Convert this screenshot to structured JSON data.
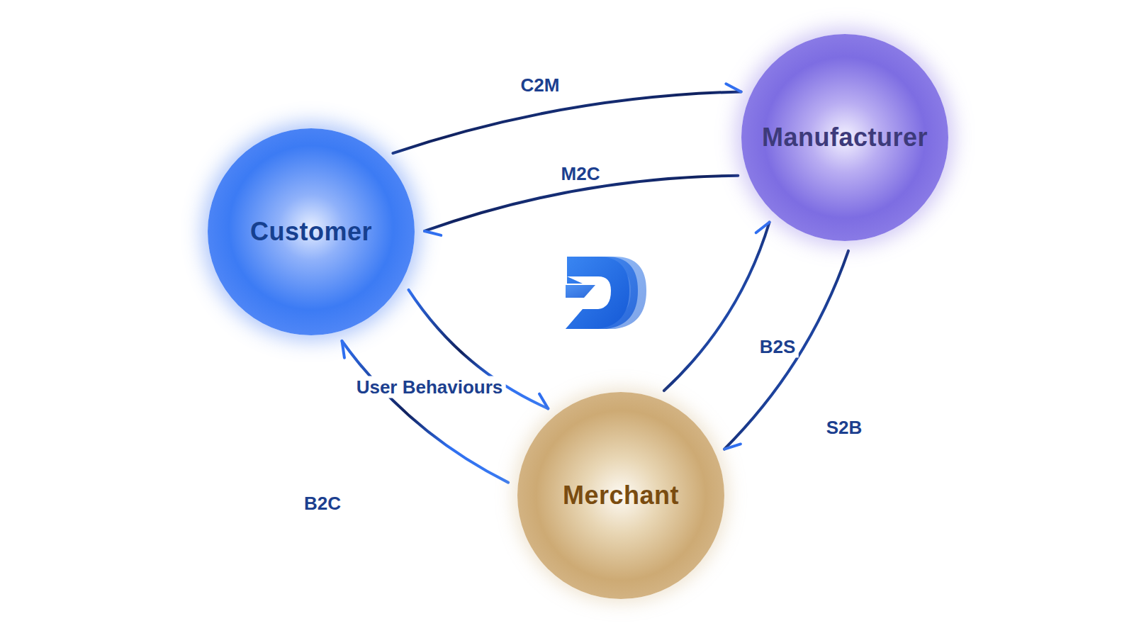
{
  "diagram": {
    "nodes": [
      {
        "text": [
          "Customer"
        ]
      },
      {
        "text": [
          "Manufacturer"
        ]
      },
      {
        "text": [
          "Merchant"
        ]
      }
    ],
    "edges": [
      {
        "from": 0,
        "to": 1,
        "label": "C2M",
        "arrow": "to"
      },
      {
        "from": 1,
        "to": 0,
        "label": "M2C",
        "arrow": "to"
      },
      {
        "from": 2,
        "to": 1,
        "label": "B2S",
        "arrow": "to"
      },
      {
        "from": 1,
        "to": 2,
        "label": "S2B",
        "arrow": "to"
      },
      {
        "from": 0,
        "to": 2,
        "label": "User Behaviours",
        "arrow": "to"
      },
      {
        "from": 2,
        "to": 0,
        "label": "B2C",
        "arrow": "to"
      }
    ]
  }
}
